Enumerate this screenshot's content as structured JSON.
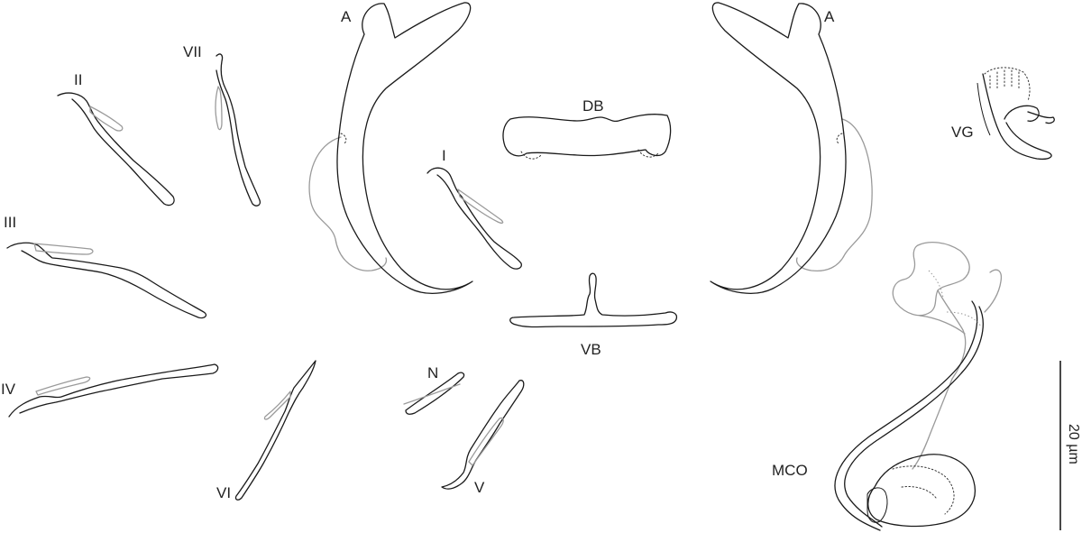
{
  "labels": {
    "anchor_left": "A",
    "anchor_right": "A",
    "dorsal_bar": "DB",
    "ventral_bar": "VB",
    "vaginal_sclerite": "VG",
    "male_copulatory_organ": "MCO",
    "hook_1": "I",
    "hook_2": "II",
    "hook_3": "III",
    "hook_4": "IV",
    "hook_5": "V",
    "hook_6": "VI",
    "hook_7": "VII",
    "needle": "N"
  },
  "scale_bar": {
    "label": "20 µm"
  },
  "colors": {
    "outline": "#1a1a1a",
    "secondary_outline": "#9a9a9a",
    "text": "#222222"
  }
}
